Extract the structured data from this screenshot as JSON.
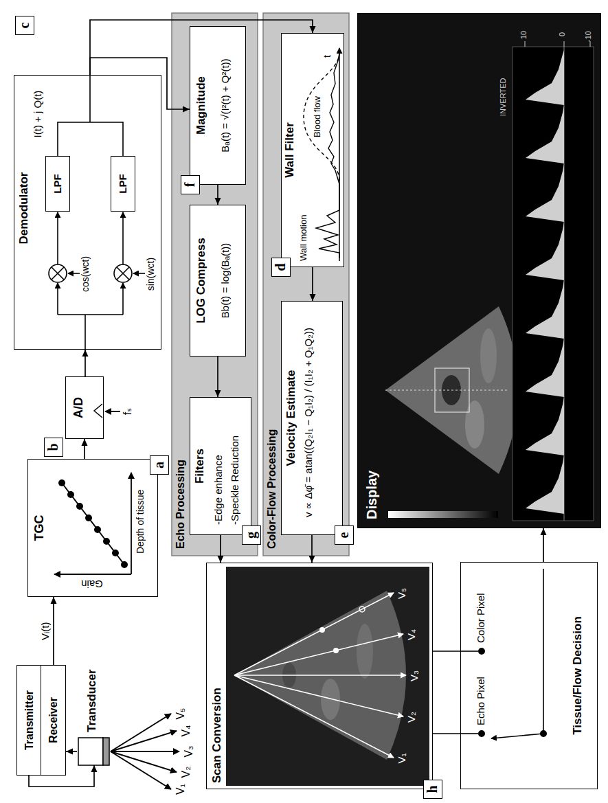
{
  "diagram": {
    "nodes": [
      {
        "text": [
          "Transducer"
        ]
      },
      {
        "text": [
          "Transmitter"
        ]
      },
      {
        "text": [
          "Receiver"
        ]
      },
      {
        "text": [
          "TGC",
          "Gain",
          "Depth of tissue"
        ]
      },
      {
        "text": [
          "A/D"
        ]
      },
      {
        "text": [
          "Demodulator"
        ]
      },
      {
        "text": [
          "LPF"
        ],
        "in": 5
      },
      {
        "text": [
          "LPF"
        ],
        "in": 5
      },
      {
        "text": [
          "Echo Processing"
        ]
      },
      {
        "text": [
          "Magnitude",
          "Bₐ(t) = √(I²(t) + Q²(t))"
        ],
        "in": 8
      },
      {
        "text": [
          "LOG Compress",
          "Bb(t) = log(Bₐ(t))"
        ],
        "in": 8
      },
      {
        "text": [
          "Filters",
          "-Edge enhance",
          "-Speckle Reduction"
        ],
        "in": 8
      },
      {
        "text": [
          "Color-Flow Processing"
        ]
      },
      {
        "text": [
          "Wall Filter",
          "Wall motion",
          "Blood flow"
        ],
        "in": 12
      },
      {
        "text": [
          "Velocity Estimate",
          "v ∝ Δφ̄ = atan((Q₂I₁ − Q₁I₂) / (I₁I₂ + Q₁Q₂))"
        ],
        "in": 12
      },
      {
        "text": [
          "Scan Conversion"
        ]
      },
      {
        "text": [
          "Tissue/Flow Decision",
          "Echo Pixel",
          "Color Pixel"
        ]
      },
      {
        "text": [
          "Display"
        ]
      }
    ],
    "edges": [
      {
        "from": 1,
        "to": 0,
        "arrow": "to"
      },
      {
        "from": 0,
        "to": 2,
        "arrow": "to"
      },
      {
        "from": 2,
        "to": 3,
        "label": "Vᵢ(t)",
        "arrow": "to"
      },
      {
        "from": 3,
        "to": 4,
        "arrow": "to"
      },
      {
        "from": 4,
        "to": 5,
        "arrow": "to"
      },
      {
        "from": 5,
        "to": 9,
        "arrow": "to"
      },
      {
        "from": 5,
        "to": 13,
        "arrow": "to"
      },
      {
        "from": 9,
        "to": 10,
        "arrow": "to"
      },
      {
        "from": 10,
        "to": 11,
        "arrow": "to"
      },
      {
        "from": 11,
        "to": 15,
        "arrow": "to"
      },
      {
        "from": 13,
        "to": 14,
        "arrow": "to"
      },
      {
        "from": 14,
        "to": 15,
        "arrow": "to"
      },
      {
        "from": 15,
        "to": 16,
        "arrow": "none"
      },
      {
        "from": 15,
        "to": 16,
        "arrow": "none"
      },
      {
        "from": 16,
        "to": 17,
        "arrow": "to"
      }
    ],
    "labels": [
      "a",
      "b",
      "c",
      "d",
      "e",
      "f",
      "g",
      "h",
      "V₁",
      "V₂",
      "V₃",
      "V₄",
      "V₅",
      "fₛ",
      "cos(wct)",
      "sin(wct)",
      "I(t) + j Q(t)",
      "t",
      "V₁",
      "V₂",
      "V₃",
      "V₄",
      "V₅",
      "INVERTED",
      "10",
      "0",
      "-10"
    ]
  }
}
